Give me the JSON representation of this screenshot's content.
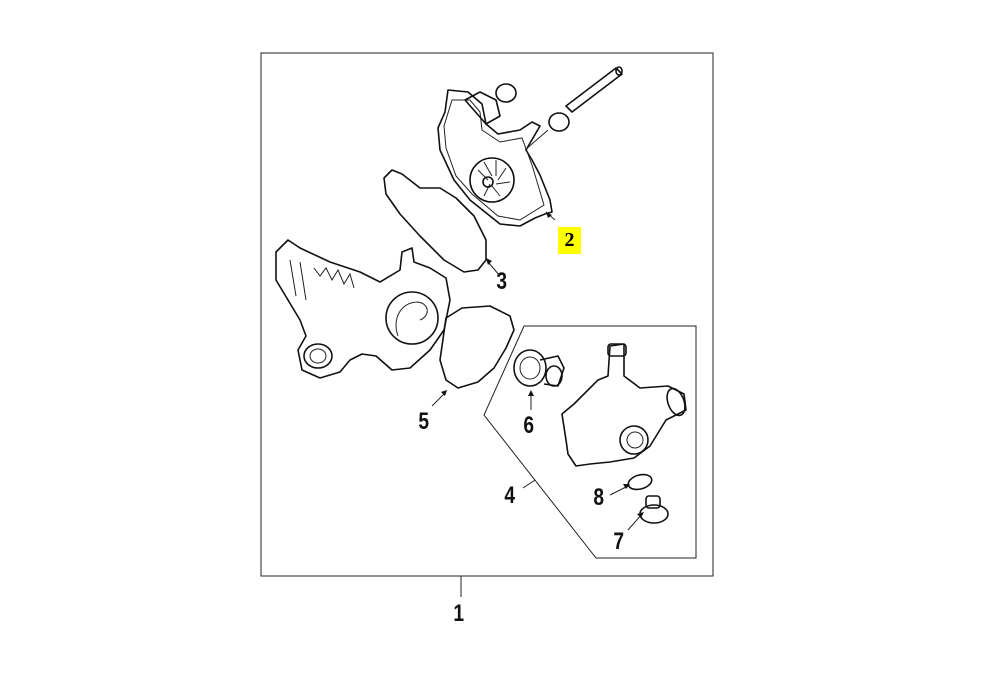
{
  "diagram": {
    "callouts": [
      {
        "number": "1",
        "highlighted": false
      },
      {
        "number": "2",
        "highlighted": true
      },
      {
        "number": "3",
        "highlighted": false
      },
      {
        "number": "4",
        "highlighted": false
      },
      {
        "number": "5",
        "highlighted": false
      },
      {
        "number": "6",
        "highlighted": false
      },
      {
        "number": "7",
        "highlighted": false
      },
      {
        "number": "8",
        "highlighted": false
      }
    ],
    "highlight_color": "#ffff00"
  }
}
